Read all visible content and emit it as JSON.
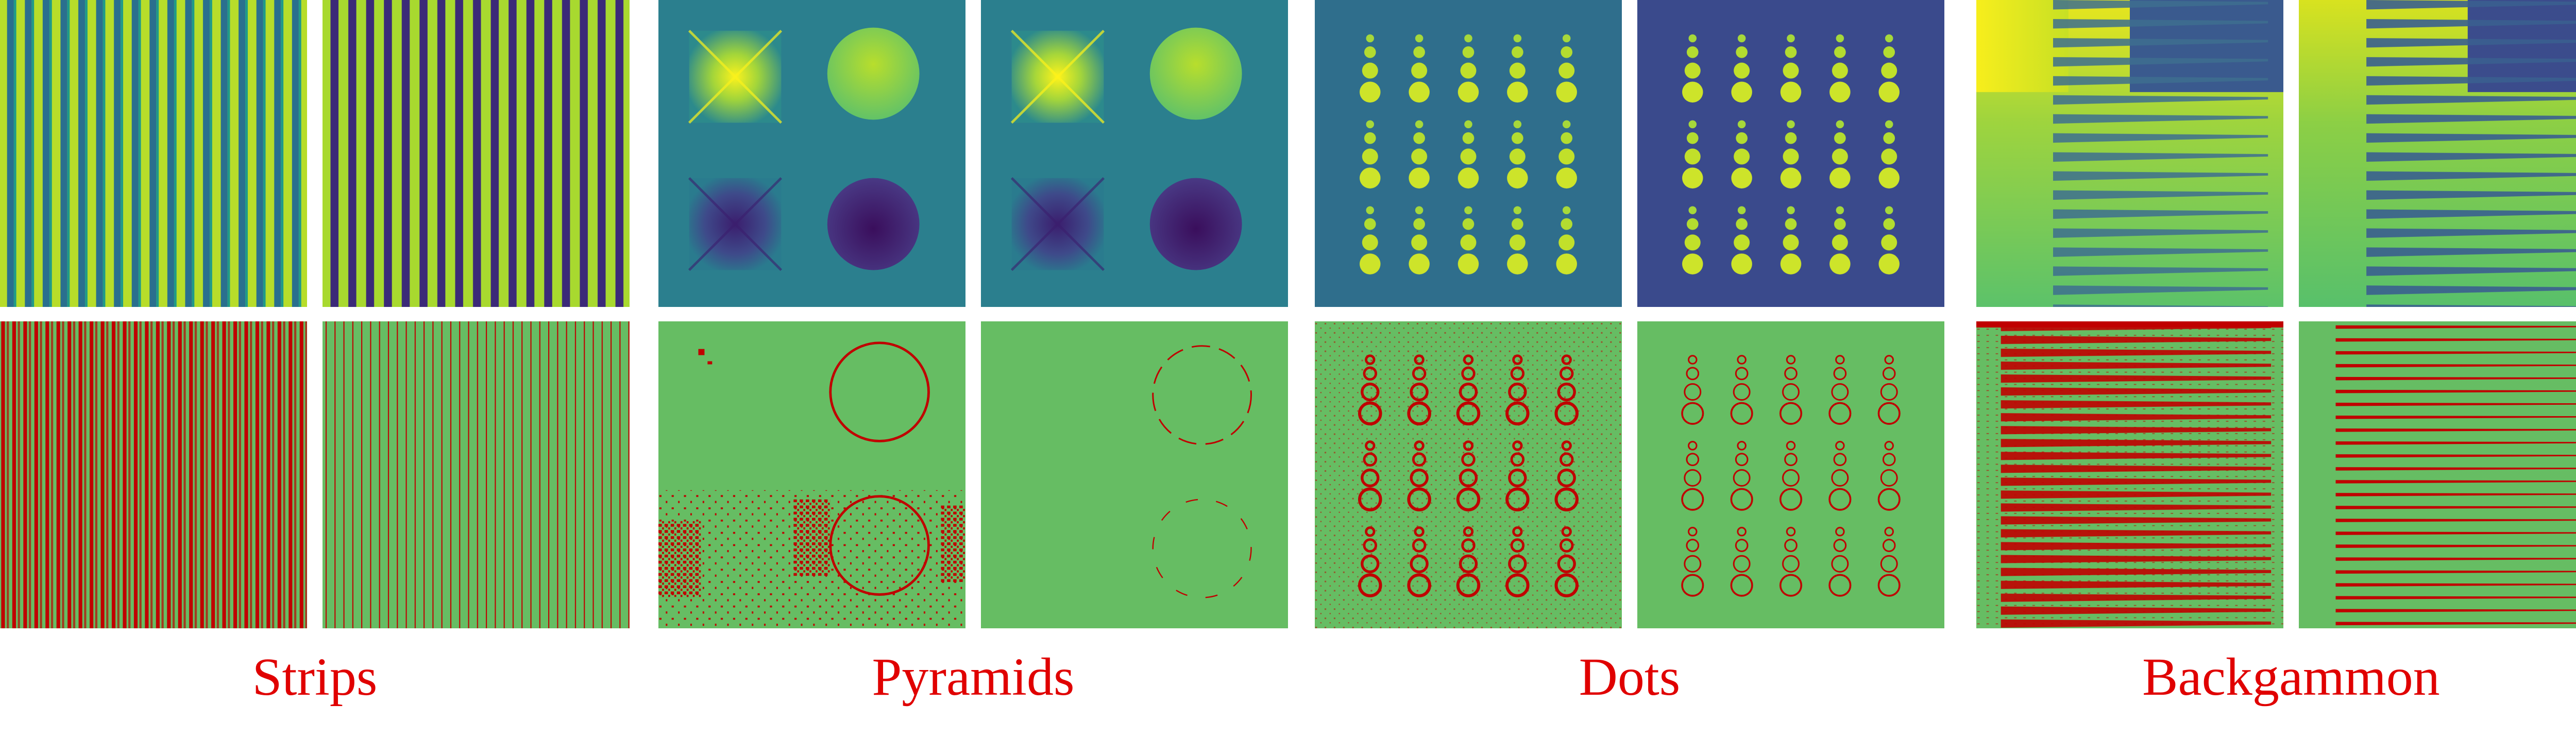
{
  "groups": [
    {
      "label": "Strips"
    },
    {
      "label": "Pyramids"
    },
    {
      "label": "Dots"
    },
    {
      "label": "Backgammon"
    }
  ],
  "colors": {
    "label_text": "#e00000",
    "map_low": "#3b1e6e",
    "map_mid": "#2b7f8e",
    "map_high": "#f2e91a",
    "map_green": "#b7dd2a",
    "error_bg": "#66bd63",
    "error_red": "#c00000"
  }
}
